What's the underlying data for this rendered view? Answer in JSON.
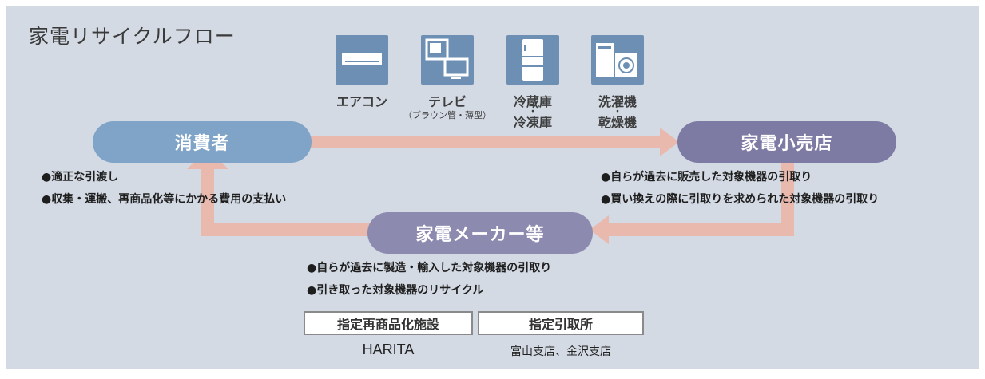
{
  "diagram": {
    "title": "家電リサイクルフロー",
    "appliances": [
      {
        "icon": "air-conditioner-icon",
        "label": "エアコン",
        "sub": ""
      },
      {
        "icon": "television-icon",
        "label": "テレビ",
        "sub": "（ブラウン管・薄型）"
      },
      {
        "icon": "refrigerator-icon",
        "label_top": "冷蔵庫",
        "label_bottom": "冷凍庫"
      },
      {
        "icon": "washing-machine-icon",
        "label_top": "洗濯機",
        "label_bottom": "乾燥機"
      }
    ],
    "nodes": {
      "consumer": "消費者",
      "retailer": "家電小売店",
      "manufacturer": "家電メーカー等"
    },
    "consumer_duties": [
      "●適正な引渡し",
      "●収集・運搬、再商品化等にかかる費用の支払い"
    ],
    "retailer_duties": [
      "●自らが過去に販売した対象機器の引取り",
      "●買い換えの際に引取りを求められた対象機器の引取り"
    ],
    "manufacturer_duties": [
      "●自らが過去に製造・輸入した対象機器の引取り",
      "●引き取った対象機器のリサイクル"
    ],
    "facilities": [
      {
        "heading": "指定再商品化施設",
        "name": "HARITA"
      },
      {
        "heading": "指定引取所",
        "name": "富山支店、金沢支店"
      }
    ],
    "colors": {
      "background": "#d3dae4",
      "consumer_pill": "#7fa4c8",
      "retailer_pill": "#7d7aa3",
      "manufacturer_pill": "#8d8ab0",
      "arrow": "#e9b9ae",
      "icon_tile": "#6e8fb4"
    }
  }
}
